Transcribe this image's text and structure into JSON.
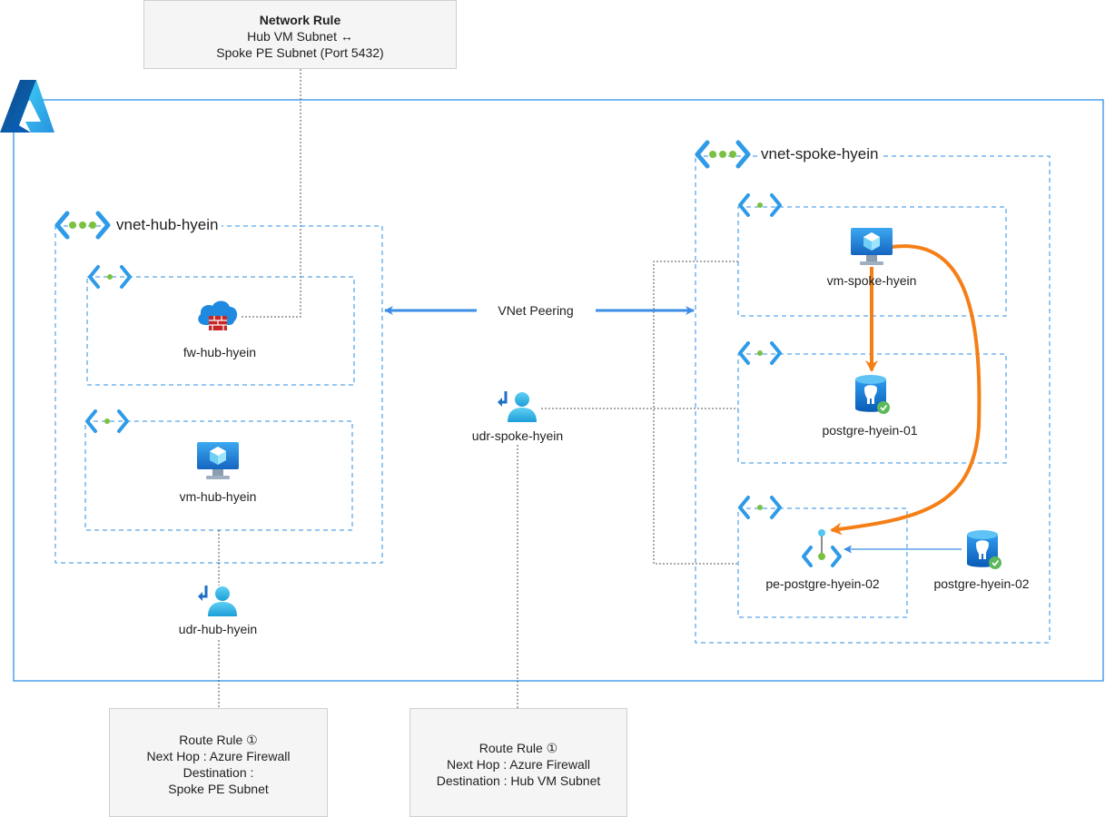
{
  "network_rule": {
    "title": "Network Rule",
    "line1": "Hub VM Subnet ↔",
    "line2": "Spoke PE Subnet (Port 5432)"
  },
  "vnets": {
    "hub": "vnet-hub-hyein",
    "spoke": "vnet-spoke-hyein"
  },
  "resources": {
    "fw_hub": "fw-hub-hyein",
    "vm_hub": "vm-hub-hyein",
    "udr_hub": "udr-hub-hyein",
    "udr_spoke": "udr-spoke-hyein",
    "vm_spoke": "vm-spoke-hyein",
    "postgre_01": "postgre-hyein-01",
    "pe_postgre_02": "pe-postgre-hyein-02",
    "postgre_02": "postgre-hyein-02"
  },
  "peering_label": "VNet Peering",
  "route_rule_hub": {
    "line1": "Route Rule ①",
    "line2": "Next Hop : Azure Firewall",
    "line3": "Destination :",
    "line4": "Spoke PE Subnet"
  },
  "route_rule_spoke": {
    "line1": "Route Rule ①",
    "line2": "Next Hop : Azure Firewall",
    "line3": "Destination : Hub VM Subnet"
  },
  "icons": {
    "azure_logo": "azure-logo-icon",
    "vnet": "vnet-icon",
    "subnet": "subnet-icon",
    "firewall": "firewall-icon",
    "vm": "virtual-machine-icon",
    "udr": "route-table-icon",
    "postgres": "postgresql-icon",
    "private_endpoint": "private-endpoint-icon"
  },
  "colors": {
    "azure_blue": "#1e88e5",
    "dashed_blue": "#2f8fe0",
    "peering_arrow": "#3b8ee6",
    "flow_orange": "#f57f17",
    "connector_gray": "#555555"
  }
}
